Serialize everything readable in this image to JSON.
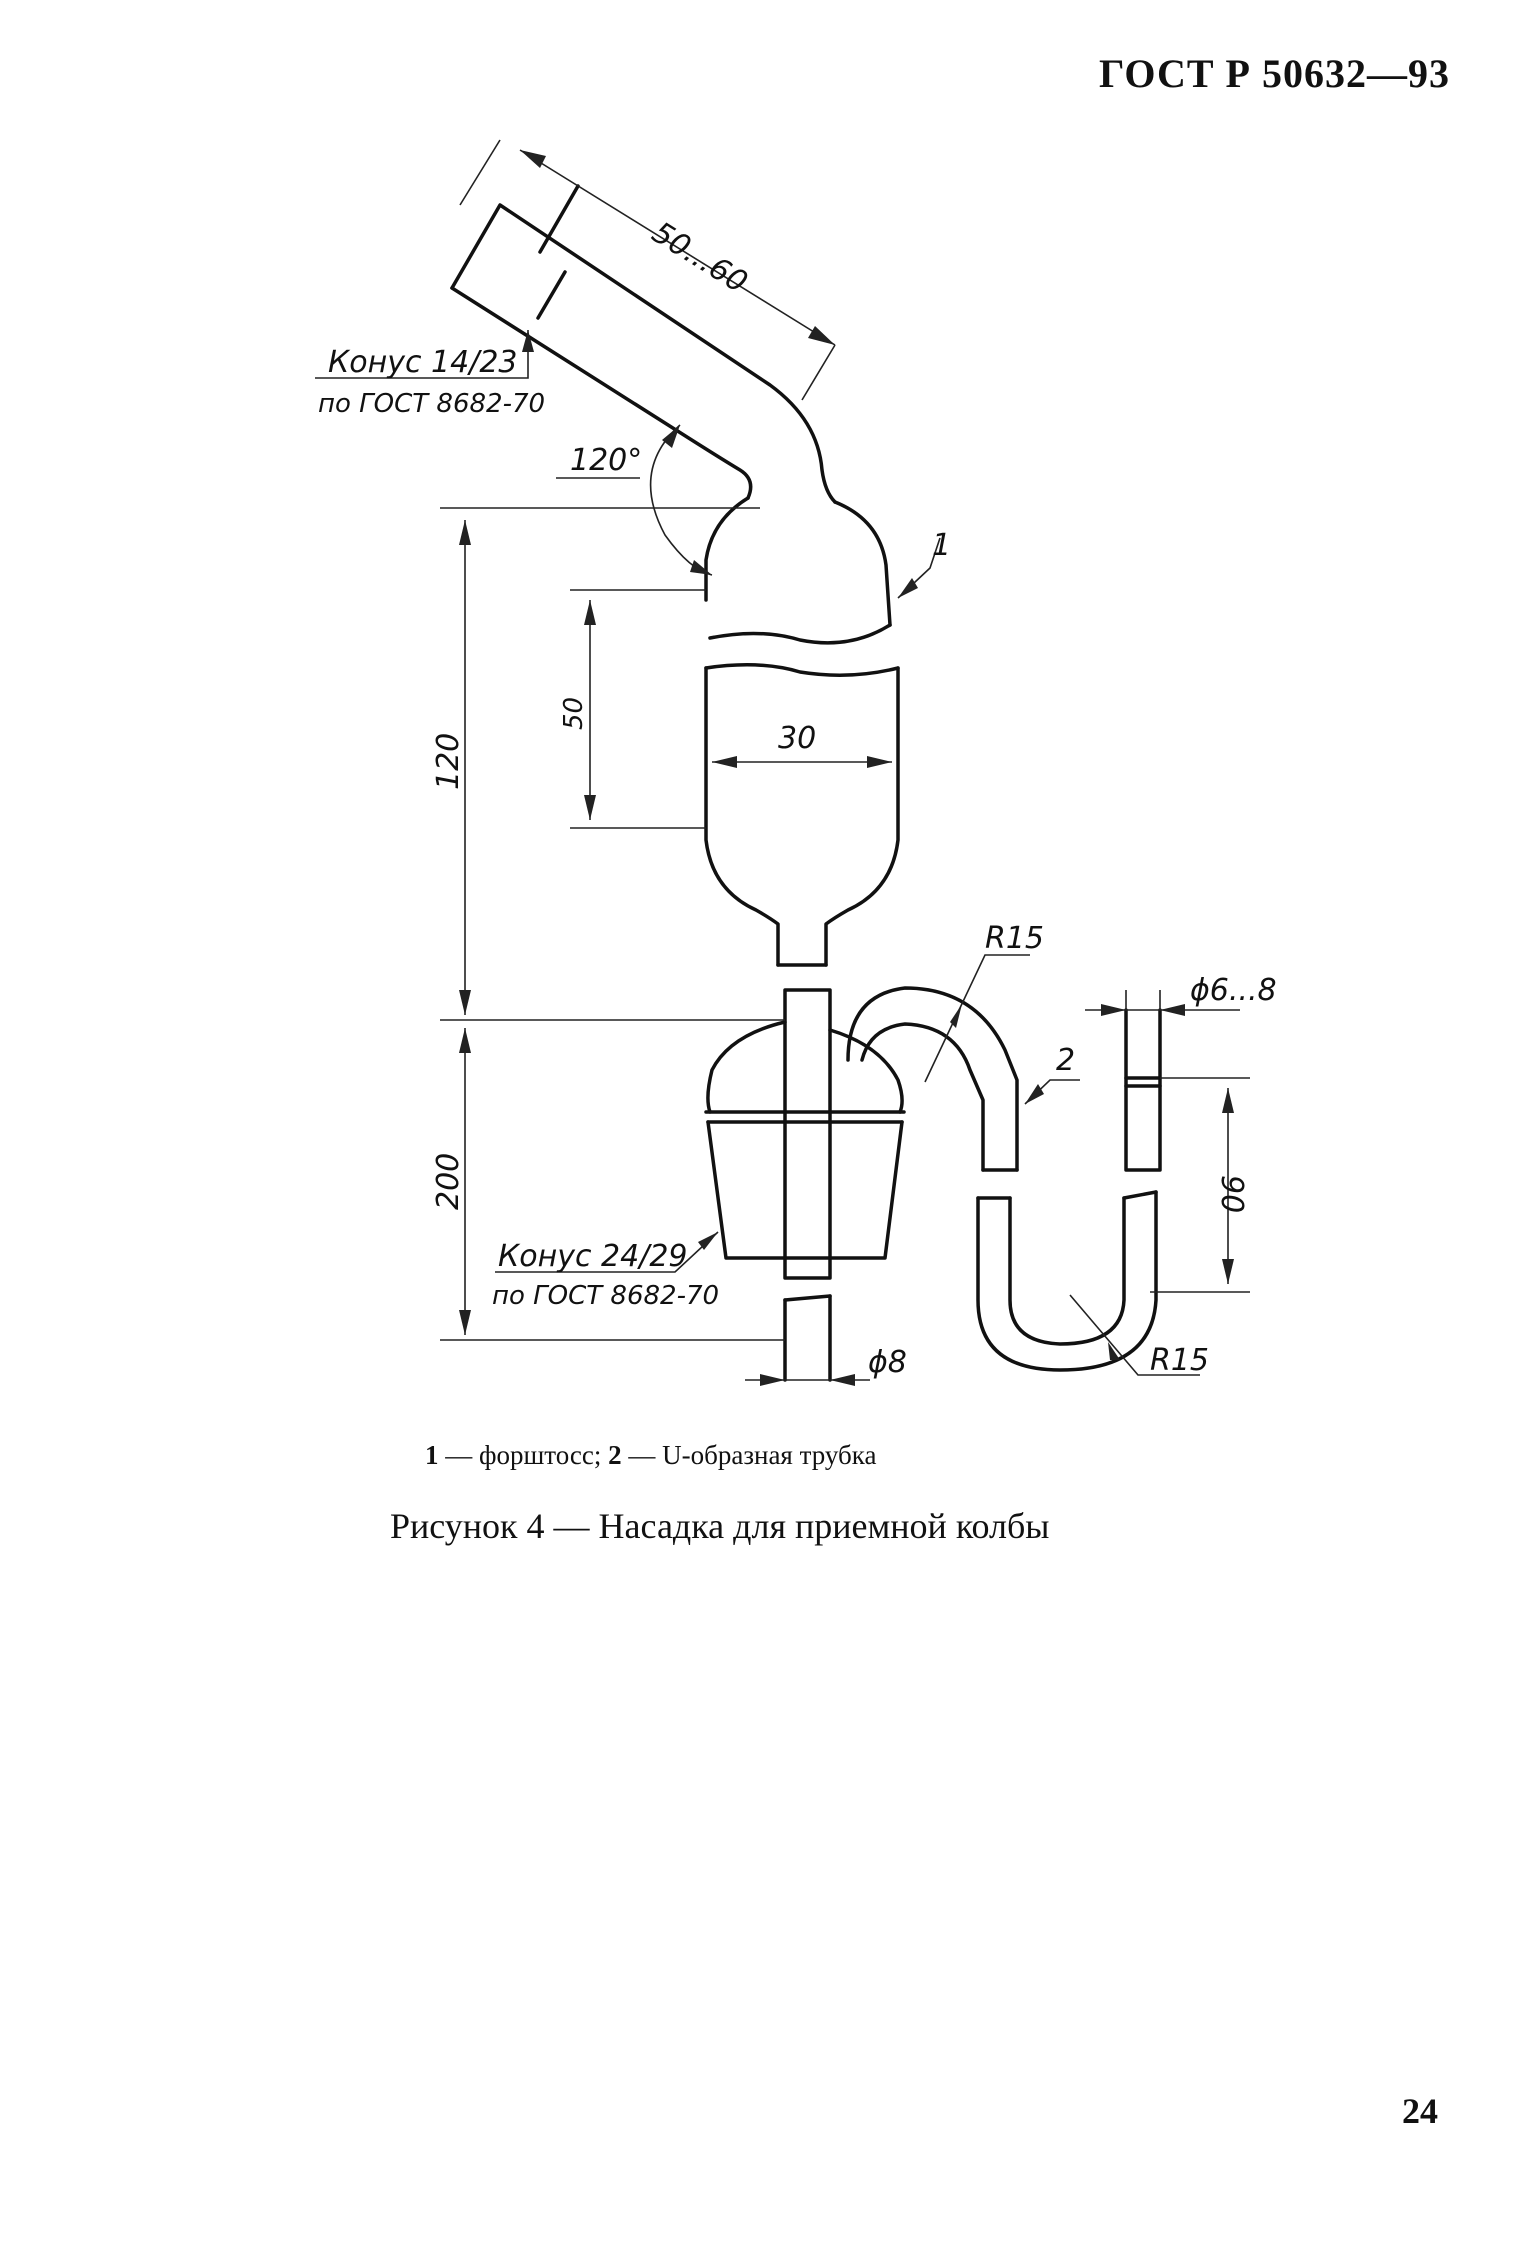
{
  "header": {
    "standard": "ГОСТ Р 50632—93"
  },
  "figure": {
    "dimensions": {
      "branch_length": "50...60",
      "angle": "120°",
      "total_height": "120",
      "cylinder_height": "50",
      "cylinder_diameter": "30",
      "bottom_height": "200",
      "u_radius_top": "R15",
      "u_radius_bottom": "R15",
      "tube_diameter": "ϕ6...8",
      "u_leg_height": "90",
      "stem_diameter": "ϕ8"
    },
    "callouts": {
      "part1": "1",
      "part2": "2"
    },
    "cone_top": {
      "line1": "Конус 14/23",
      "line2": "по ГОСТ 8682-70"
    },
    "cone_bottom": {
      "line1": "Конус 24/29",
      "line2": "по ГОСТ 8682-70"
    }
  },
  "legend": {
    "item1_num": "1",
    "item1_text": " — форштосс; ",
    "item2_num": "2",
    "item2_text": " — U-образная трубка"
  },
  "caption": {
    "text": "Рисунок 4 — Насадка для приемной колбы"
  },
  "page_number": "24"
}
